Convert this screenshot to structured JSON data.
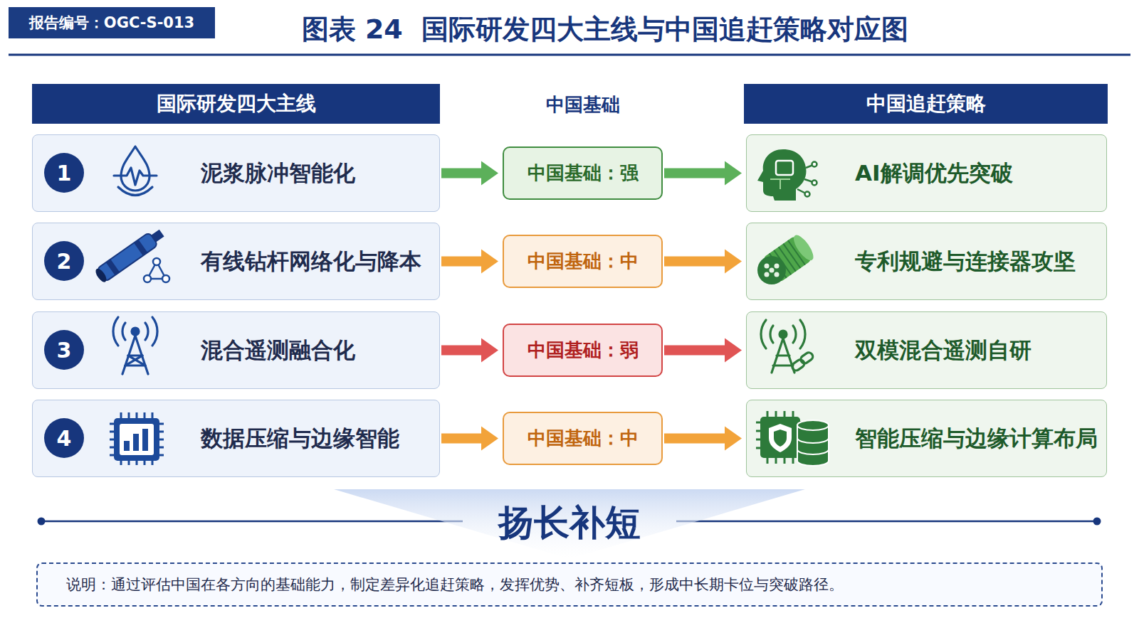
{
  "diagram": {
    "title": "图表 24  国际研发四大主线与中国追赶策略对应图",
    "nodes": [
      {
        "text": [
          "报告编号：OGC-S-013"
        ]
      },
      {
        "text": [
          "国际研发四大主线"
        ]
      },
      {
        "text": [
          "中国追赶策略"
        ]
      },
      {
        "text": [
          "泥浆脉冲智能化"
        ]
      },
      {
        "text": [
          "1"
        ],
        "in": 3
      },
      {
        "text": [
          "中国基础：强"
        ]
      },
      {
        "text": [
          "AI解调优先突破"
        ]
      },
      {
        "text": [
          "有线钻杆网络化与降本"
        ]
      },
      {
        "text": [
          "2"
        ],
        "in": 7
      },
      {
        "text": [
          "中国基础：中"
        ]
      },
      {
        "text": [
          "专利规避与连接器攻坚"
        ]
      },
      {
        "text": [
          "混合遥测融合化"
        ]
      },
      {
        "text": [
          "3"
        ],
        "in": 11
      },
      {
        "text": [
          "中国基础：弱"
        ]
      },
      {
        "text": [
          "双模混合遥测自研"
        ]
      },
      {
        "text": [
          "数据压缩与边缘智能"
        ]
      },
      {
        "text": [
          "4"
        ],
        "in": 15
      },
      {
        "text": [
          "中国基础：中"
        ]
      },
      {
        "text": [
          "智能压缩与边缘计算布局"
        ]
      },
      {
        "text": [
          "扬长补短"
        ]
      },
      {
        "text": [
          "说明：通过评估中国在各方向的基础能力，制定差异化追赶策略，发挥优势、补齐短板，形成中长期卡位与突破路径。"
        ]
      }
    ],
    "edges": [
      {
        "from": 3,
        "to": 5,
        "arrow": "to"
      },
      {
        "from": 5,
        "to": 6,
        "arrow": "to"
      },
      {
        "from": 7,
        "to": 9,
        "arrow": "to"
      },
      {
        "from": 9,
        "to": 10,
        "arrow": "to"
      },
      {
        "from": 11,
        "to": 13,
        "arrow": "to"
      },
      {
        "from": 13,
        "to": 14,
        "arrow": "to"
      },
      {
        "from": 15,
        "to": 17,
        "arrow": "to"
      },
      {
        "from": 17,
        "to": 18,
        "arrow": "to"
      }
    ],
    "labels": [
      "中国基础"
    ]
  }
}
